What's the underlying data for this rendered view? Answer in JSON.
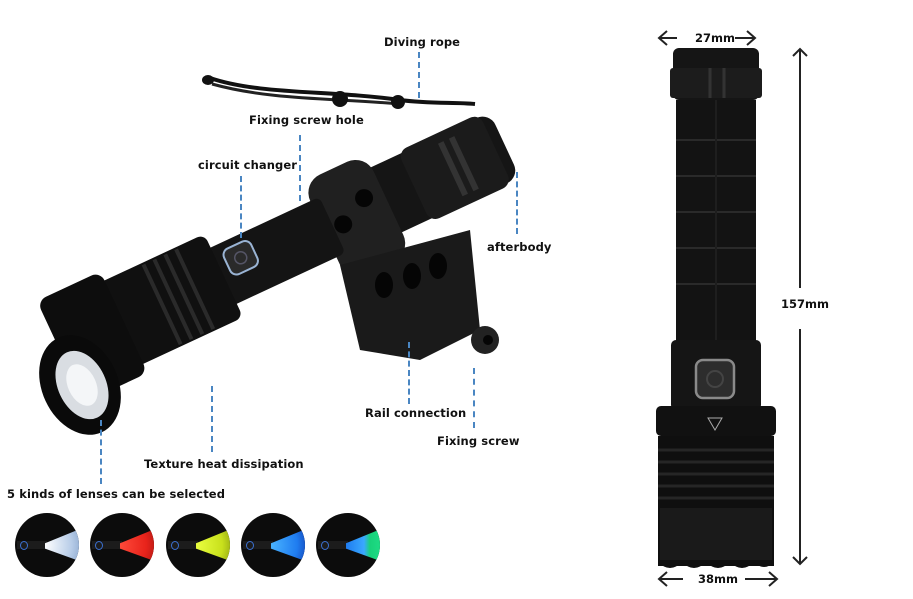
{
  "callouts": {
    "diving_rope": "Diving rope",
    "fixing_screw_hole": "Fixing screw hole",
    "circuit_changer": "circuit changer",
    "afterbody": "afterbody",
    "rail_connection": "Rail connection",
    "fixing_screw": "Fixing screw",
    "texture_heat": "Texture heat dissipation",
    "lenses": "5 kinds of lenses can be selected"
  },
  "dimensions": {
    "head_width": "27mm",
    "length": "157mm",
    "bezel_width": "38mm"
  },
  "lens_options": [
    {
      "name": "white",
      "color": "#dfe9f5"
    },
    {
      "name": "red",
      "color": "#e8231b"
    },
    {
      "name": "yellow-green",
      "color": "#c8e01c"
    },
    {
      "name": "blue",
      "color": "#1f7cf0"
    },
    {
      "name": "blue-green",
      "color": "#18d27a"
    }
  ],
  "colors": {
    "callout_line": "#4a86c2",
    "body": "#111111"
  }
}
